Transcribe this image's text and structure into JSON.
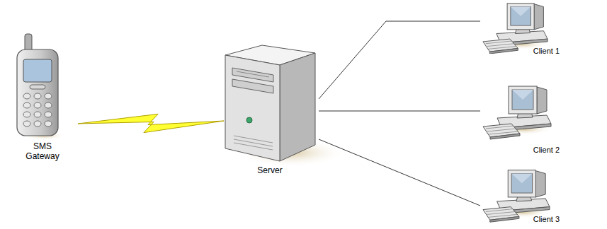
{
  "diagram": {
    "nodes": [
      {
        "text": [
          "SMS Gateway"
        ]
      },
      {
        "text": [
          "Server"
        ]
      },
      {
        "text": [
          "Client 1"
        ]
      },
      {
        "text": [
          "Client 2"
        ]
      },
      {
        "text": [
          "Client 3"
        ]
      }
    ],
    "edges": [
      {
        "from": 0,
        "to": 1,
        "arrow": "none"
      },
      {
        "from": 1,
        "to": 2,
        "arrow": "none"
      },
      {
        "from": 1,
        "to": 3,
        "arrow": "none"
      },
      {
        "from": 1,
        "to": 4,
        "arrow": "none"
      }
    ]
  }
}
